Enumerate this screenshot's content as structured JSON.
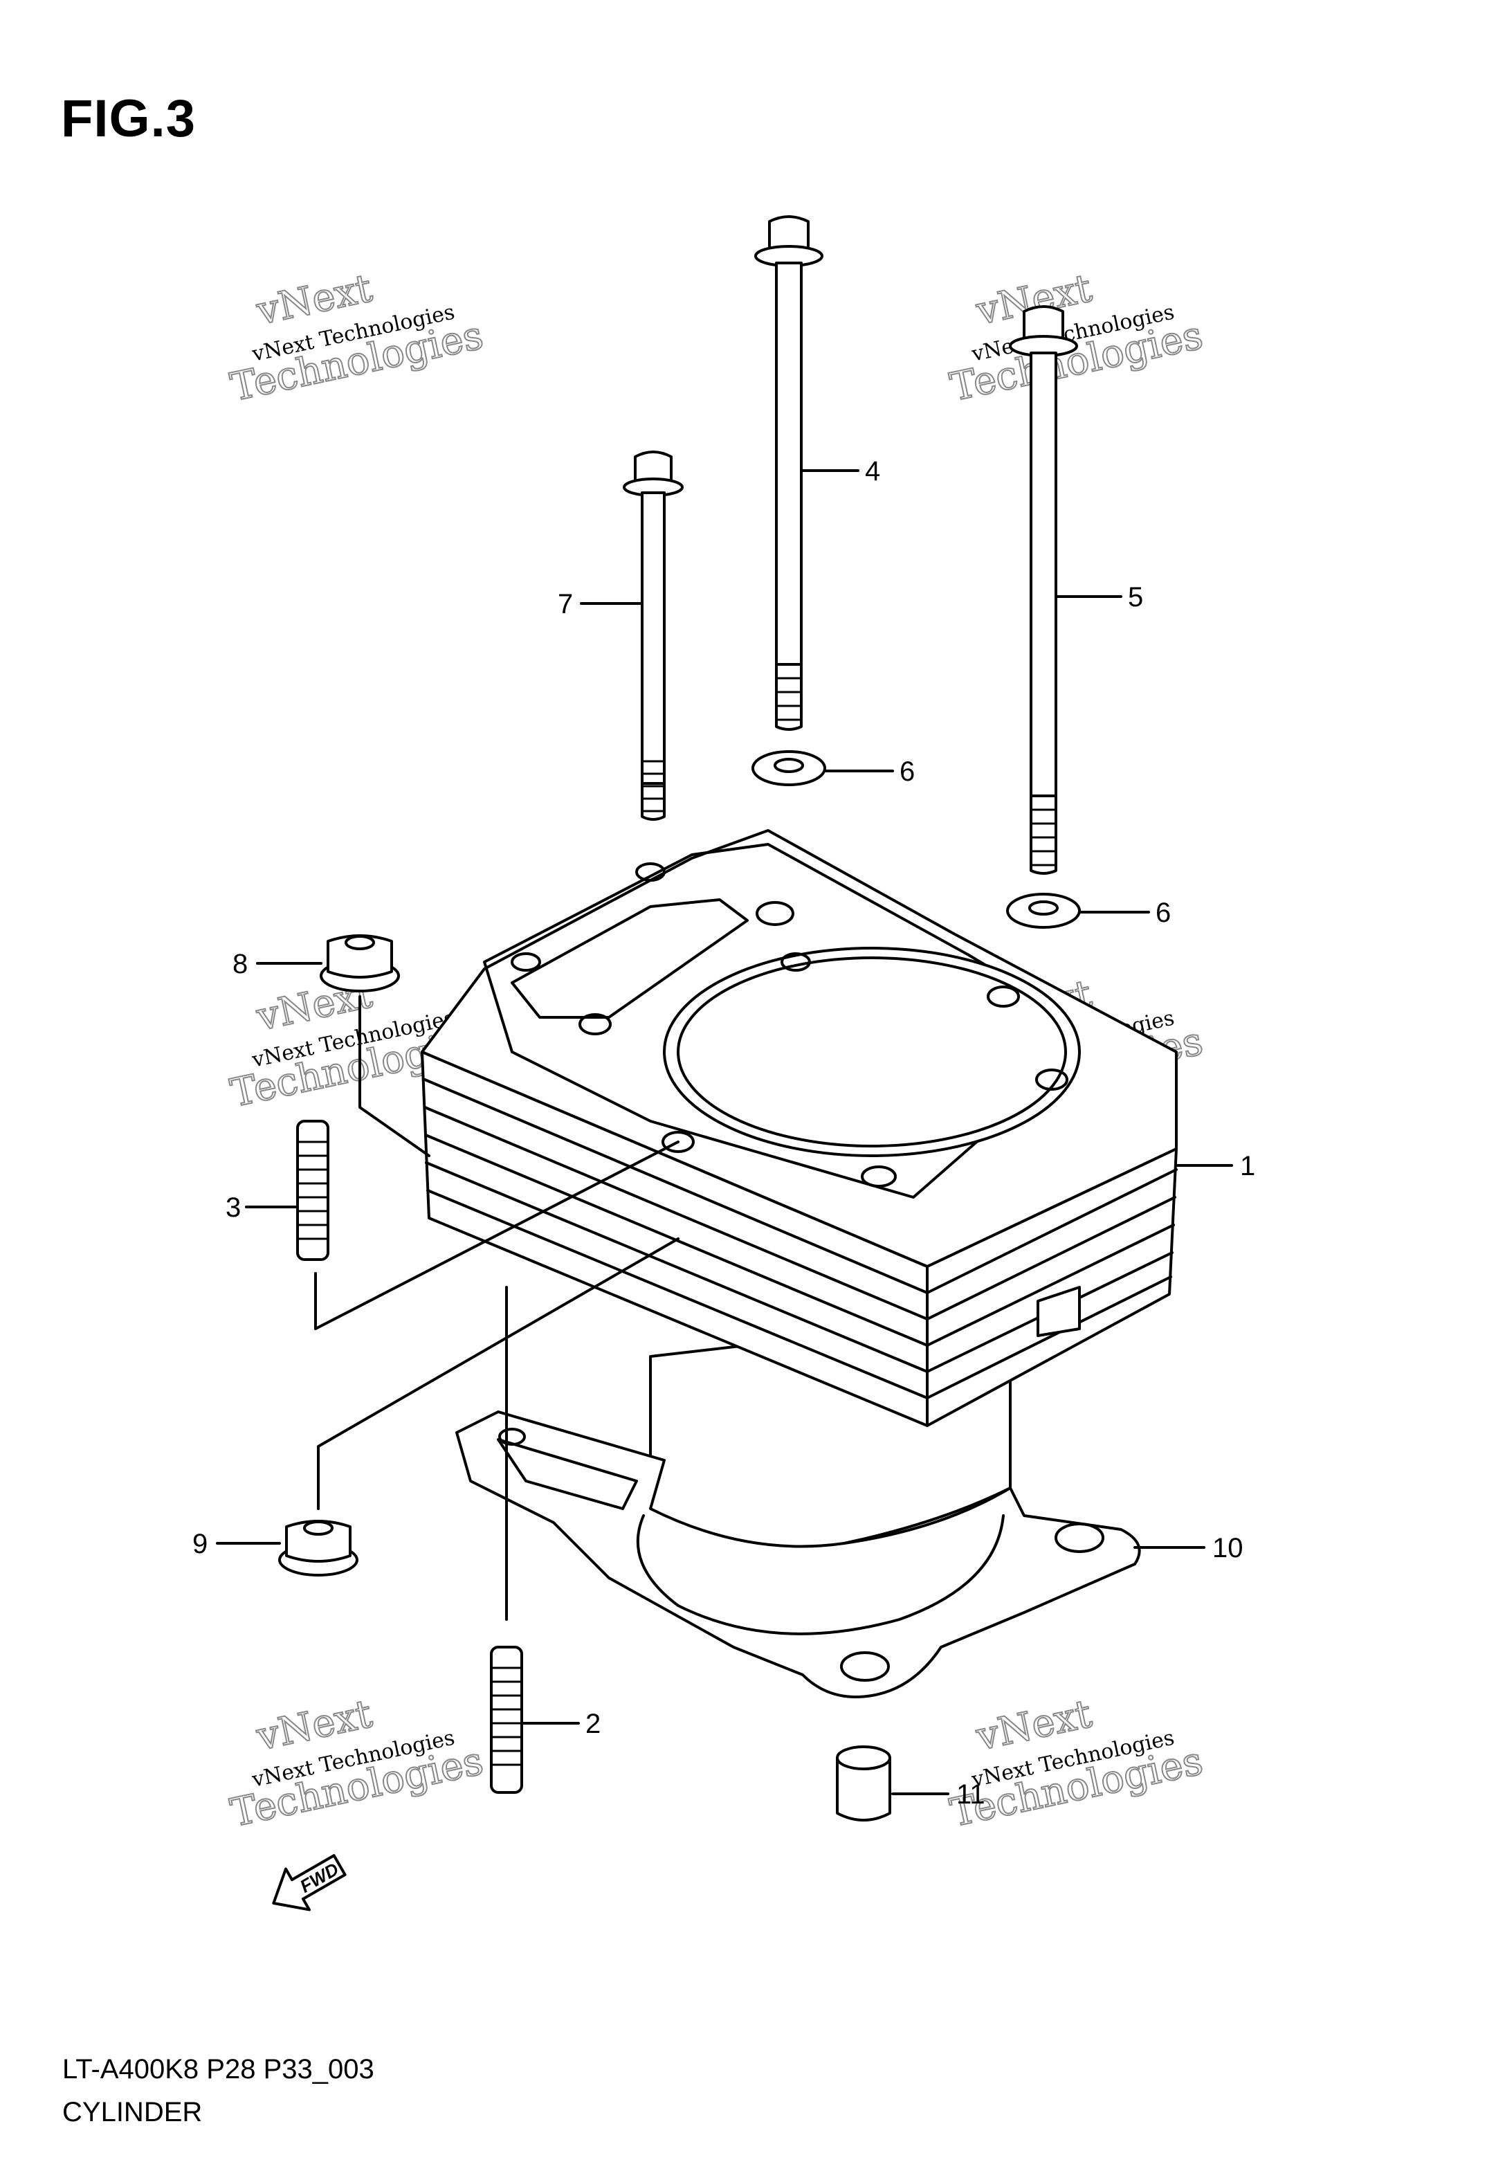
{
  "figure": {
    "title": "FIG.3",
    "code": "LT-A400K8 P28 P33_003",
    "name": "CYLINDER"
  },
  "watermark": {
    "line1": "vNext",
    "line2": "vNext Technologies",
    "line3": "Technologies"
  },
  "arrow_label": "FWD",
  "callouts": {
    "c1": "1",
    "c2": "2",
    "c3": "3",
    "c4": "4",
    "c5": "5",
    "c6a": "6",
    "c6b": "6",
    "c7": "7",
    "c8": "8",
    "c9": "9",
    "c10": "10",
    "c11": "11"
  }
}
